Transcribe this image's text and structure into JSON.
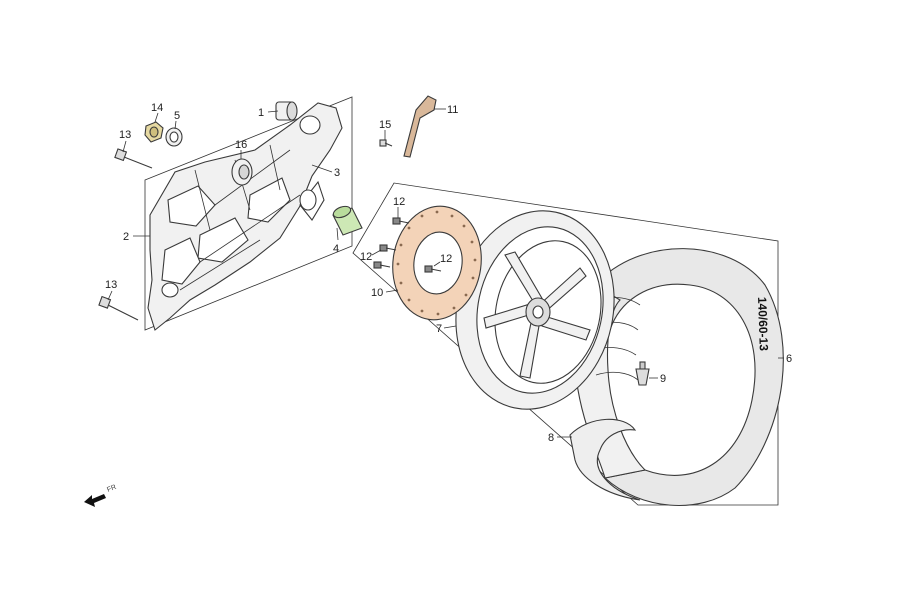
{
  "colors": {
    "outline": "#333333",
    "part_fill": "#f1f1f1",
    "tire_fill": "#e8e8e8",
    "disc_fill": "#f3d3b8",
    "spacer_fill": "#cde8b5",
    "bracket_fill": "#d9b89a",
    "nut_fill": "#e6d9a2"
  },
  "tire_marking": "140/60-13",
  "direction_label": "FR",
  "callouts": {
    "c1": "1",
    "c2": "2",
    "c3": "3",
    "c4": "4",
    "c5": "5",
    "c6": "6",
    "c7": "7",
    "c8": "8",
    "c9": "9",
    "c10": "10",
    "c11": "11",
    "c12a": "12",
    "c12b": "12",
    "c12c": "12",
    "c13a": "13",
    "c13b": "13",
    "c14": "14",
    "c15": "15",
    "c16": "16"
  }
}
